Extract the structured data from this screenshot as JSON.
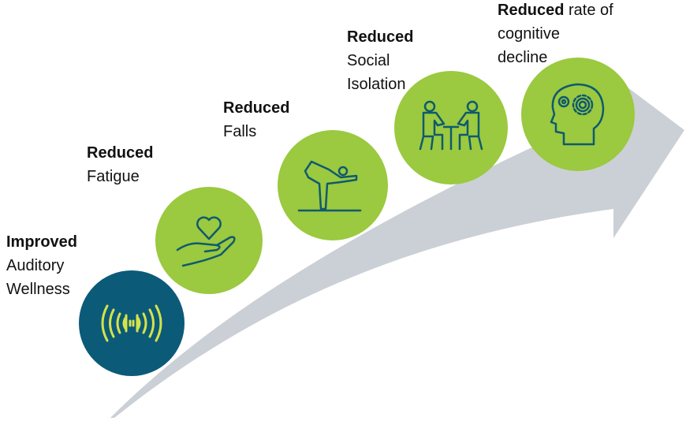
{
  "colors": {
    "arrow": "#cbd0d6",
    "green": "#9bc93f",
    "teal": "#0b5a78",
    "icon_stroke": "#0f5a6e",
    "wave": "#d6e24a"
  },
  "steps": [
    {
      "bold": "Improved",
      "lines": [
        "Auditory",
        "Wellness"
      ],
      "icon": "hearing-sound-waves-icon"
    },
    {
      "bold": "Reduced",
      "lines": [
        "Fatigue"
      ],
      "icon": "heart-in-hand-icon"
    },
    {
      "bold": "Reduced",
      "lines": [
        "Falls"
      ],
      "icon": "balance-yoga-pose-icon"
    },
    {
      "bold": "Reduced",
      "lines": [
        "Social",
        "Isolation"
      ],
      "icon": "people-at-table-icon"
    },
    {
      "bold": "Reduced",
      "rest": " rate of",
      "lines": [
        "cognitive",
        "decline"
      ],
      "icon": "head-with-gears-icon"
    }
  ]
}
